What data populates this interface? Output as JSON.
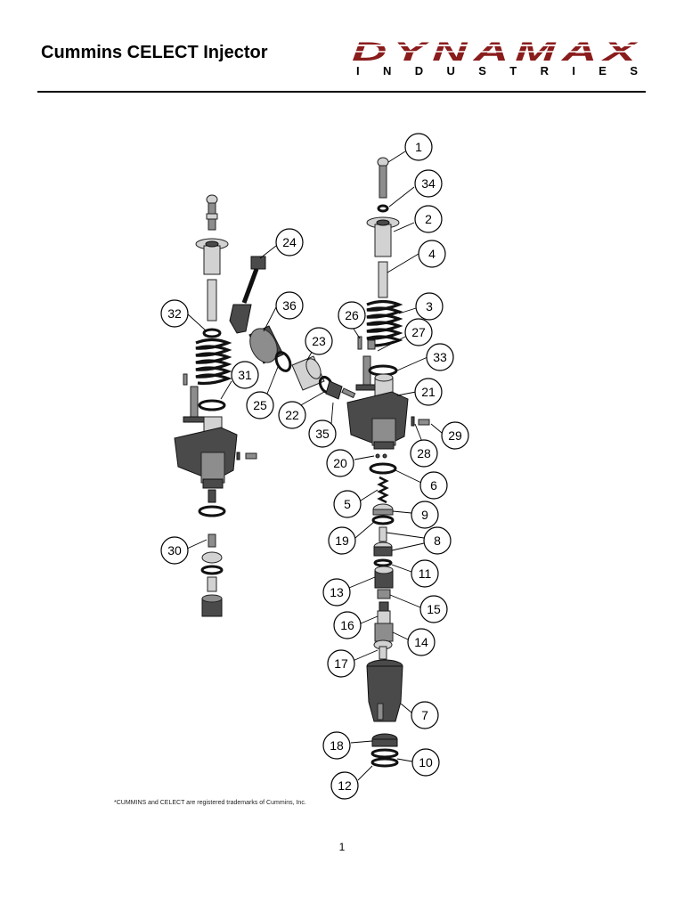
{
  "header": {
    "title": "Cummins CELECT Injector",
    "logo_main": "DYNAMAX",
    "logo_sub": "I N D U S T R I E S",
    "logo_color": "#8a1c1c"
  },
  "diagram": {
    "callouts": [
      "1",
      "34",
      "2",
      "4",
      "24",
      "36",
      "3",
      "26",
      "32",
      "23",
      "27",
      "33",
      "31",
      "25",
      "22",
      "21",
      "35",
      "29",
      "28",
      "20",
      "6",
      "5",
      "9",
      "19",
      "8",
      "30",
      "11",
      "13",
      "15",
      "16",
      "14",
      "17",
      "7",
      "18",
      "10",
      "12"
    ]
  },
  "footer": {
    "trademark": "*CUMMINS and CELECT are registered trademarks of Cummins, Inc.",
    "page_number": "1"
  }
}
